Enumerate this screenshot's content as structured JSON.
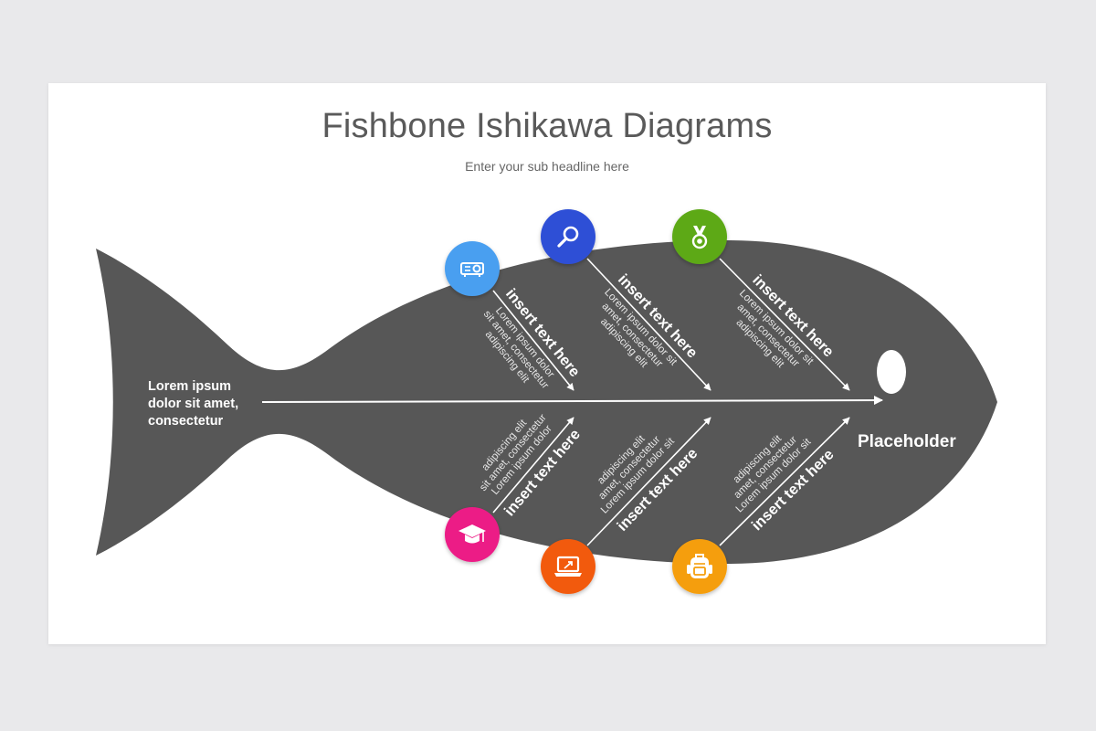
{
  "slide": {
    "title": "Fishbone Ishikawa Diagrams",
    "subtitle": "Enter your sub headline here"
  },
  "fish": {
    "body_color": "#575757",
    "eye_color": "#ffffff",
    "tail_text": [
      "Lorem ipsum",
      "dolor sit amet,",
      "consectetur"
    ],
    "head_text": "Placeholder"
  },
  "bones": [
    {
      "side": "top",
      "icon": "projector-icon",
      "color": "#4a9ff0",
      "heading": "insert text here",
      "body": [
        "Lorem ipsum dolor",
        "sit amet, consectetur",
        "adipiscing elit"
      ]
    },
    {
      "side": "top",
      "icon": "magnifier-icon",
      "color": "#2e4fd6",
      "heading": "insert text here",
      "body": [
        "Lorem ipsum dolor sit",
        "amet, consectetur",
        "adipiscing elit"
      ]
    },
    {
      "side": "top",
      "icon": "medal-icon",
      "color": "#5da918",
      "heading": "insert text here",
      "body": [
        "Lorem ipsum dolor sit",
        "amet, consectetur",
        "adipiscing elit"
      ]
    },
    {
      "side": "bottom",
      "icon": "graduation-cap-icon",
      "color": "#ec1b86",
      "heading": "insert text here",
      "body": [
        "Lorem ipsum dolor",
        "sit amet, consectetur",
        "adipiscing elit"
      ]
    },
    {
      "side": "bottom",
      "icon": "laptop-icon",
      "color": "#f25a0e",
      "heading": "insert text here",
      "body": [
        "Lorem ipsum dolor sit",
        "amet, consectetur",
        "adipiscing elit"
      ]
    },
    {
      "side": "bottom",
      "icon": "backpack-icon",
      "color": "#f59e0b",
      "heading": "insert text here",
      "body": [
        "Lorem ipsum dolor sit",
        "amet, consectetur",
        "adipiscing elit"
      ]
    }
  ]
}
